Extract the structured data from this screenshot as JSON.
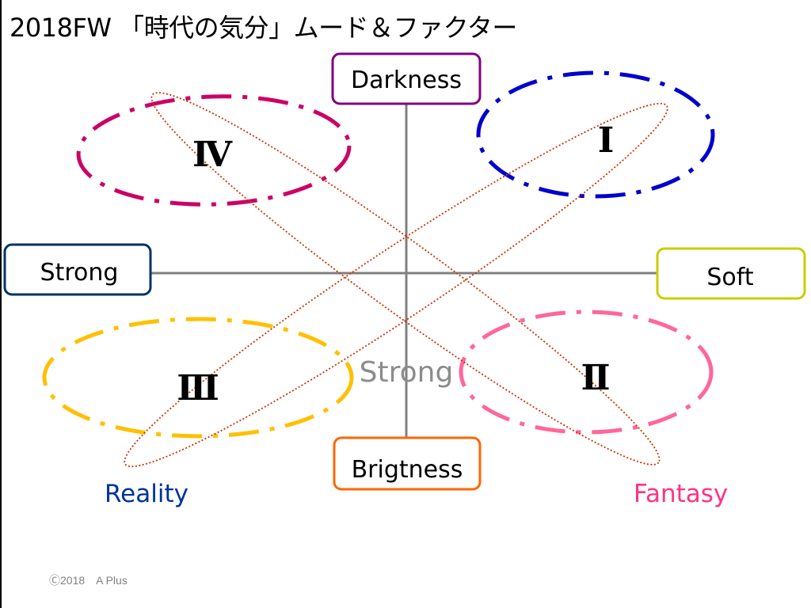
{
  "title": "2018FW 「時代の気分」ムード＆ファクター",
  "copyright": "Ⓒ2018　A Plus",
  "axes": {
    "top": {
      "label": "Darkness",
      "color": "#800080"
    },
    "bottom": {
      "label": "Brigtness",
      "color": "#ff6600"
    },
    "left": {
      "label": "Strong",
      "color": "#003366"
    },
    "right": {
      "label": "Soft",
      "color": "#cccc00"
    },
    "center": {
      "label": "Strong",
      "color": "#8c8c8c"
    }
  },
  "quadrants": [
    {
      "numeral": "Ⅰ",
      "color": "#0000cc"
    },
    {
      "numeral": "Ⅱ",
      "color": "#ff6699"
    },
    {
      "numeral": "Ⅲ",
      "color": "#ffc000"
    },
    {
      "numeral": "Ⅳ",
      "color": "#cc0066"
    }
  ],
  "corner_labels": {
    "reality": {
      "label": "Reality",
      "color": "#003399"
    },
    "fantasy": {
      "label": "Fantasy",
      "color": "#ff3385"
    }
  }
}
